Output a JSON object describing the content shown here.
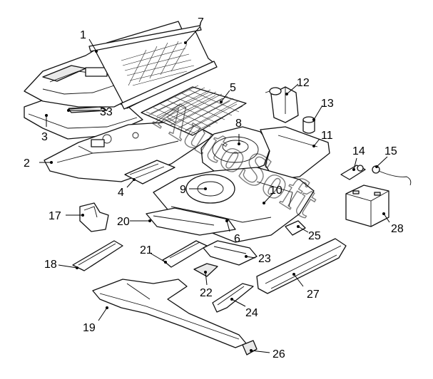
{
  "diagram": {
    "watermark": "AutoSoft",
    "callouts": [
      "1",
      "2",
      "3",
      "4",
      "5",
      "6",
      "7",
      "8",
      "9",
      "10",
      "11",
      "12",
      "13",
      "14",
      "15",
      "17",
      "18",
      "19",
      "20",
      "21",
      "22",
      "23",
      "24",
      "25",
      "26",
      "27",
      "28",
      "33"
    ],
    "line_color": "#000000",
    "background": "#ffffff"
  }
}
